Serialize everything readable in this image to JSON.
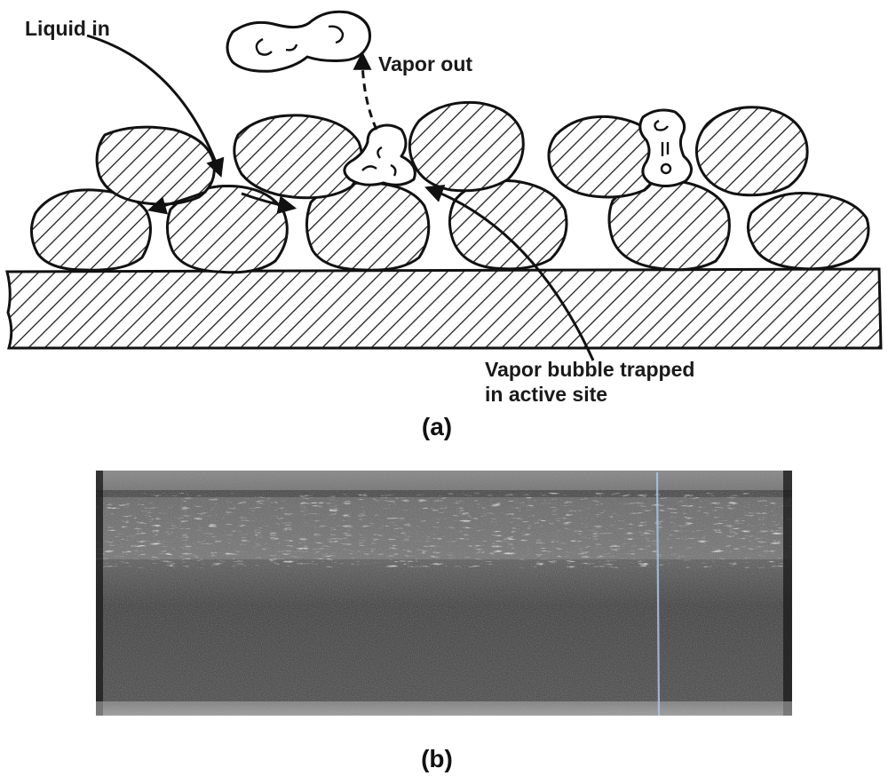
{
  "panel_a": {
    "label": "(a)",
    "annotations": {
      "liquid_in": "Liquid in",
      "vapor_out": "Vapor out",
      "trapped_line1": "Vapor bubble trapped",
      "trapped_line2": "in active site"
    }
  },
  "panel_b": {
    "label": "(b)"
  }
}
